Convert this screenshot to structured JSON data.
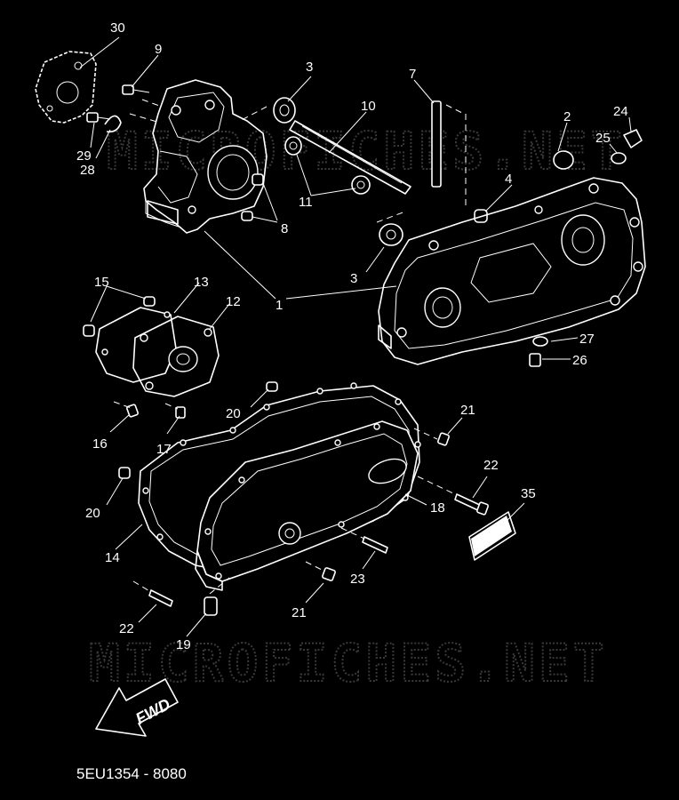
{
  "watermark": "MICROFICHES.NET",
  "diagram_code": "5EU1354 - 8080",
  "fwd_label": "FWD",
  "callouts": {
    "c30": "30",
    "c9": "9",
    "c3a": "3",
    "c10": "10",
    "c7": "7",
    "c2": "2",
    "c24": "24",
    "c25": "25",
    "c29": "29",
    "c28": "28",
    "c4": "4",
    "c11": "11",
    "c8": "8",
    "c3b": "3",
    "c1": "1",
    "c15": "15",
    "c13": "13",
    "c12": "12",
    "c27": "27",
    "c26": "26",
    "c20a": "20",
    "c21a": "21",
    "c16": "16",
    "c17": "17",
    "c22a": "22",
    "c20b": "20",
    "c18": "18",
    "c35": "35",
    "c14": "14",
    "c23": "23",
    "c21b": "21",
    "c22b": "22",
    "c19": "19"
  },
  "colors": {
    "background": "#000000",
    "line": "#ffffff",
    "watermark": "#3a3a3a"
  }
}
